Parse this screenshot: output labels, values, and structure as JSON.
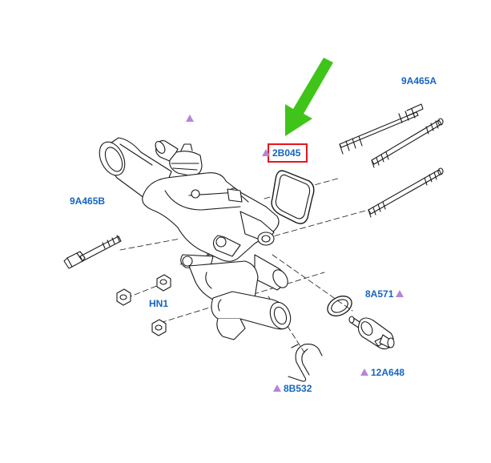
{
  "colors": {
    "callout_text": "#1565c0",
    "marker": "#b784d8",
    "highlight": "#e5161d",
    "pointer_arrow": "#3fc41a",
    "line_art": "#1a1a1a"
  },
  "icons": {
    "marker": "triangle-marker-icon",
    "pointer": "arrow-pointer-icon"
  },
  "callouts": {
    "c9a465a": "9A465A",
    "c2b045": "2B045",
    "c9a465b": "9A465B",
    "c8a571": "8A571",
    "chn1": "HN1",
    "c12a648": "12A648",
    "c8b532": "8B532"
  }
}
